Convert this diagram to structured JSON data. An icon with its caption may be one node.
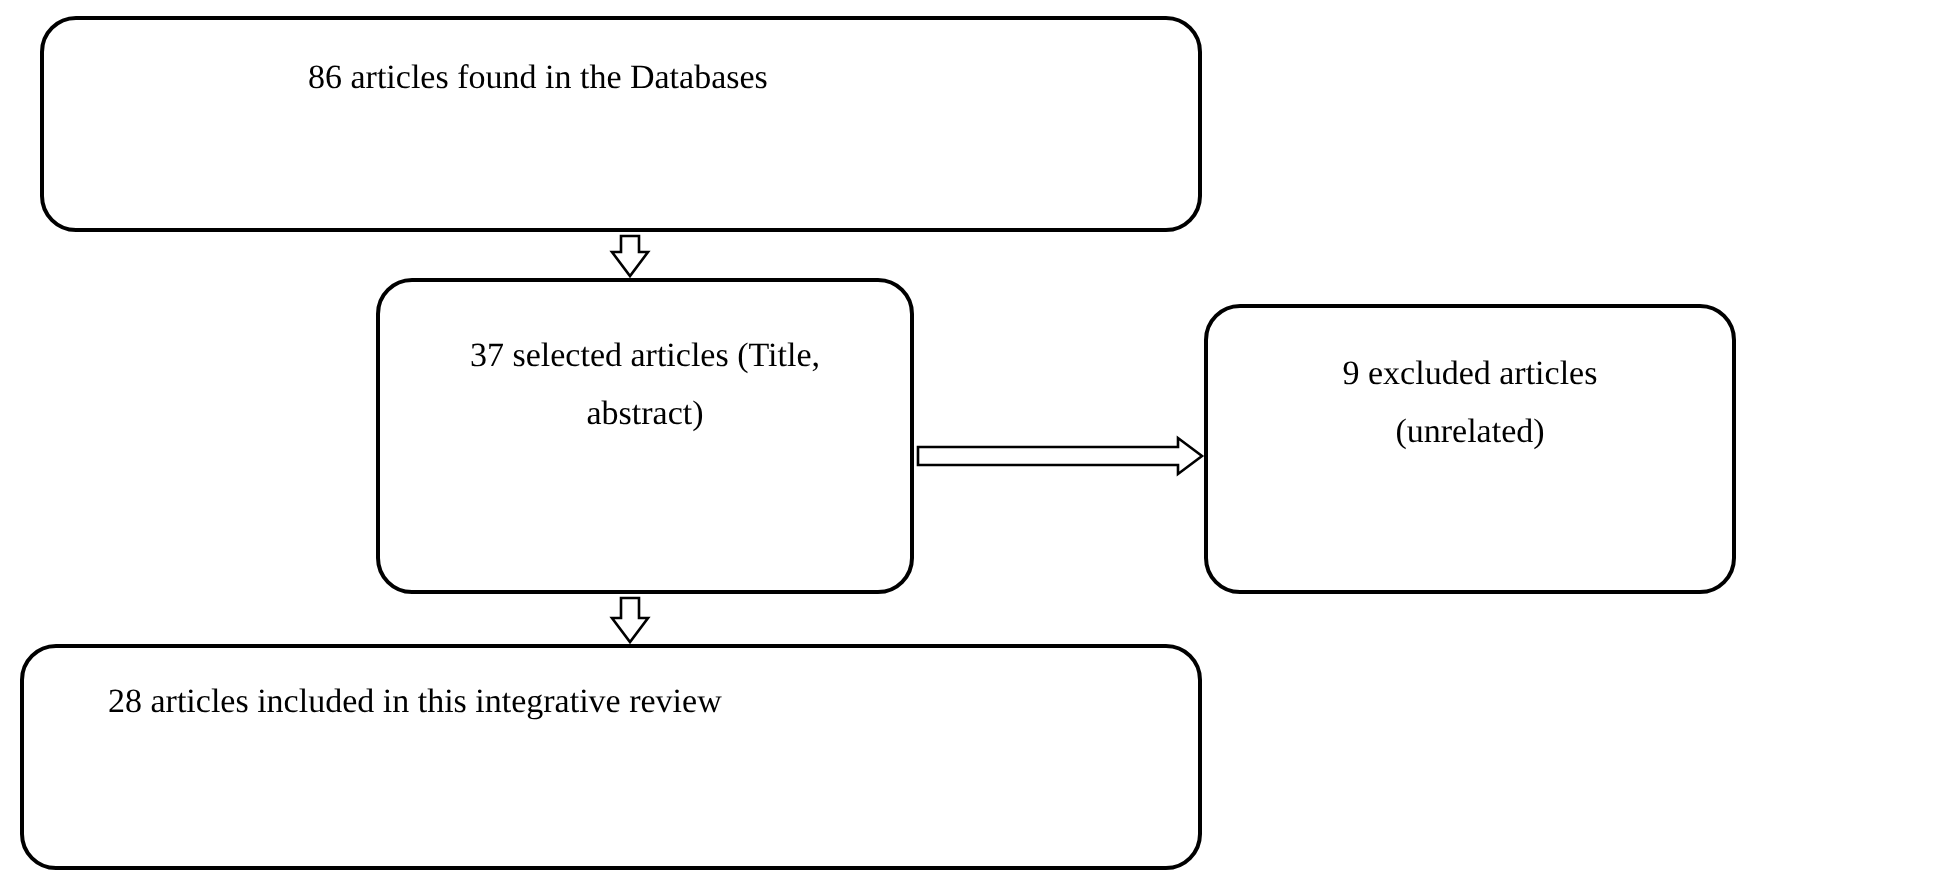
{
  "diagram": {
    "nodes": [
      {
        "text": [
          "86 articles found in the Databases"
        ]
      },
      {
        "text": [
          "37 selected articles (Title, abstract)"
        ]
      },
      {
        "text": [
          "9 excluded articles (unrelated)"
        ]
      },
      {
        "text": [
          "28 articles included in this integrative review"
        ]
      }
    ],
    "edges": [
      {
        "from": 0,
        "to": 1,
        "arrow": "to"
      },
      {
        "from": 1,
        "to": 2,
        "arrow": "to"
      },
      {
        "from": 1,
        "to": 3,
        "arrow": "to"
      }
    ]
  }
}
